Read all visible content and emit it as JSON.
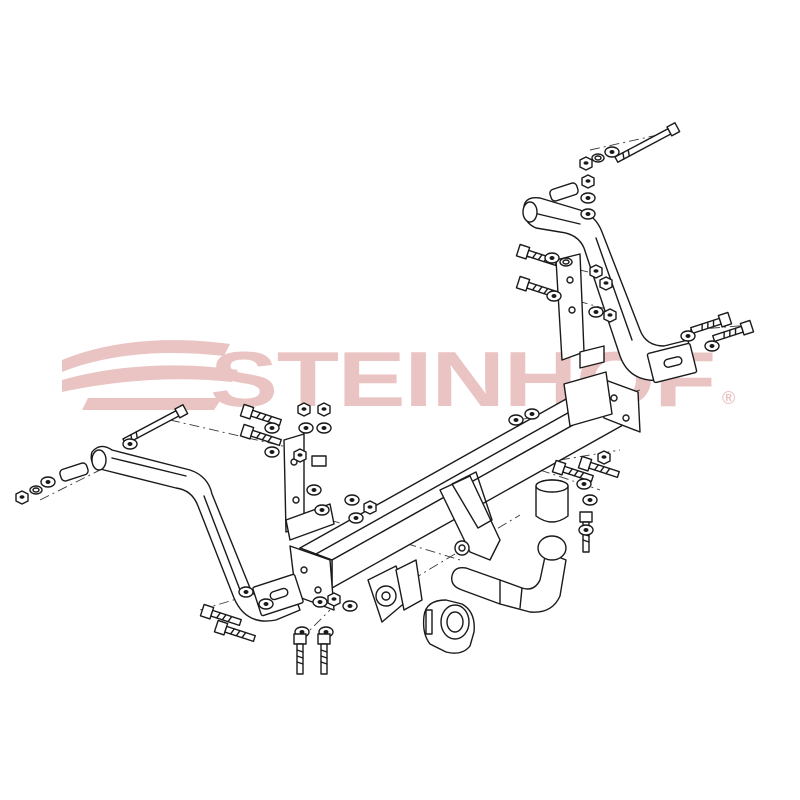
{
  "watermark": {
    "brand": "STEINHOF",
    "registered_mark": "®",
    "color": "#e7b9b9"
  },
  "drawing": {
    "line_color": "#1a1a1a",
    "background": "#ffffff",
    "parts": [
      "main-crossbar",
      "left-bracket-arm",
      "right-bracket-arm",
      "left-mounting-plate",
      "right-mounting-plate",
      "center-bracket",
      "tow-ball-neck",
      "tow-ball",
      "ball-cover",
      "socket-plate",
      "electrical-socket"
    ]
  }
}
